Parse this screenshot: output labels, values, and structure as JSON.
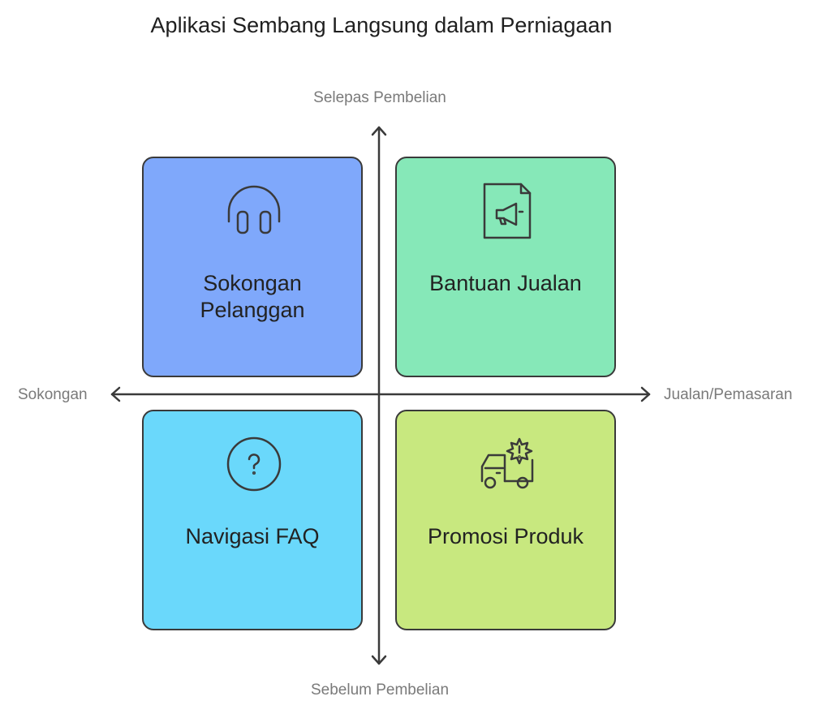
{
  "title": "Aplikasi Sembang Langsung dalam Perniagaan",
  "axes": {
    "top": "Selepas Pembelian",
    "bottom": "Sebelum Pembelian",
    "left": "Sokongan",
    "right": "Jualan/Pemasaran"
  },
  "quadrants": {
    "top_left": {
      "label": "Sokongan Pelanggan",
      "icon": "headphones-icon",
      "color": "#7fa8fb"
    },
    "top_right": {
      "label": "Bantuan Jualan",
      "icon": "megaphone-document-icon",
      "color": "#86e8b8"
    },
    "bottom_left": {
      "label": "Navigasi FAQ",
      "icon": "question-circle-icon",
      "color": "#6ad8fb"
    },
    "bottom_right": {
      "label": "Promosi Produk",
      "icon": "delivery-truck-badge-icon",
      "color": "#c8e87f"
    }
  }
}
